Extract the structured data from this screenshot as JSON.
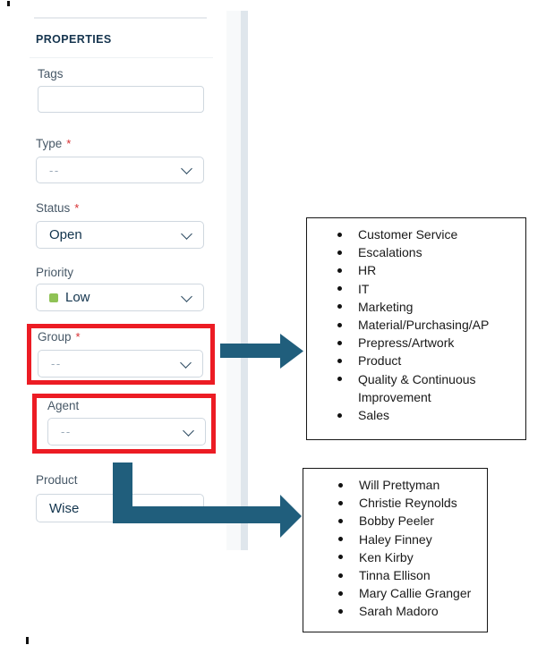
{
  "properties_panel": {
    "heading": "PROPERTIES",
    "required_marker": "*",
    "fields": {
      "tags": {
        "label": "Tags",
        "value": "",
        "placeholder": ""
      },
      "type": {
        "label": "Type",
        "required": true,
        "value": "--"
      },
      "status": {
        "label": "Status",
        "required": true,
        "value": "Open"
      },
      "priority": {
        "label": "Priority",
        "value": "Low"
      },
      "group": {
        "label": "Group",
        "required": true,
        "value": "--",
        "highlighted": true
      },
      "agent": {
        "label": "Agent",
        "value": "--",
        "highlighted": true
      },
      "product": {
        "label": "Product",
        "value": "Wise"
      }
    }
  },
  "group_options_box": {
    "items": [
      "Customer Service",
      "Escalations",
      "HR",
      "IT",
      "Marketing",
      "Material/Purchasing/AP",
      "Prepress/Artwork",
      "Product",
      "Quality & Continuous Improvement",
      "Sales"
    ]
  },
  "agent_options_box": {
    "items": [
      "Will Prettyman",
      "Christie Reynolds",
      "Bobby Peeler",
      "Haley Finney",
      "Ken Kirby",
      "Tinna Ellison",
      "Mary Callie Granger",
      "Sarah Madoro"
    ]
  },
  "colors": {
    "arrow": "#205e7c",
    "highlight_red": "#ec1c24",
    "priority_low_swatch": "#8fc255",
    "value_text": "#12344d",
    "label_text": "#475867",
    "required_red": "#d72d30"
  }
}
